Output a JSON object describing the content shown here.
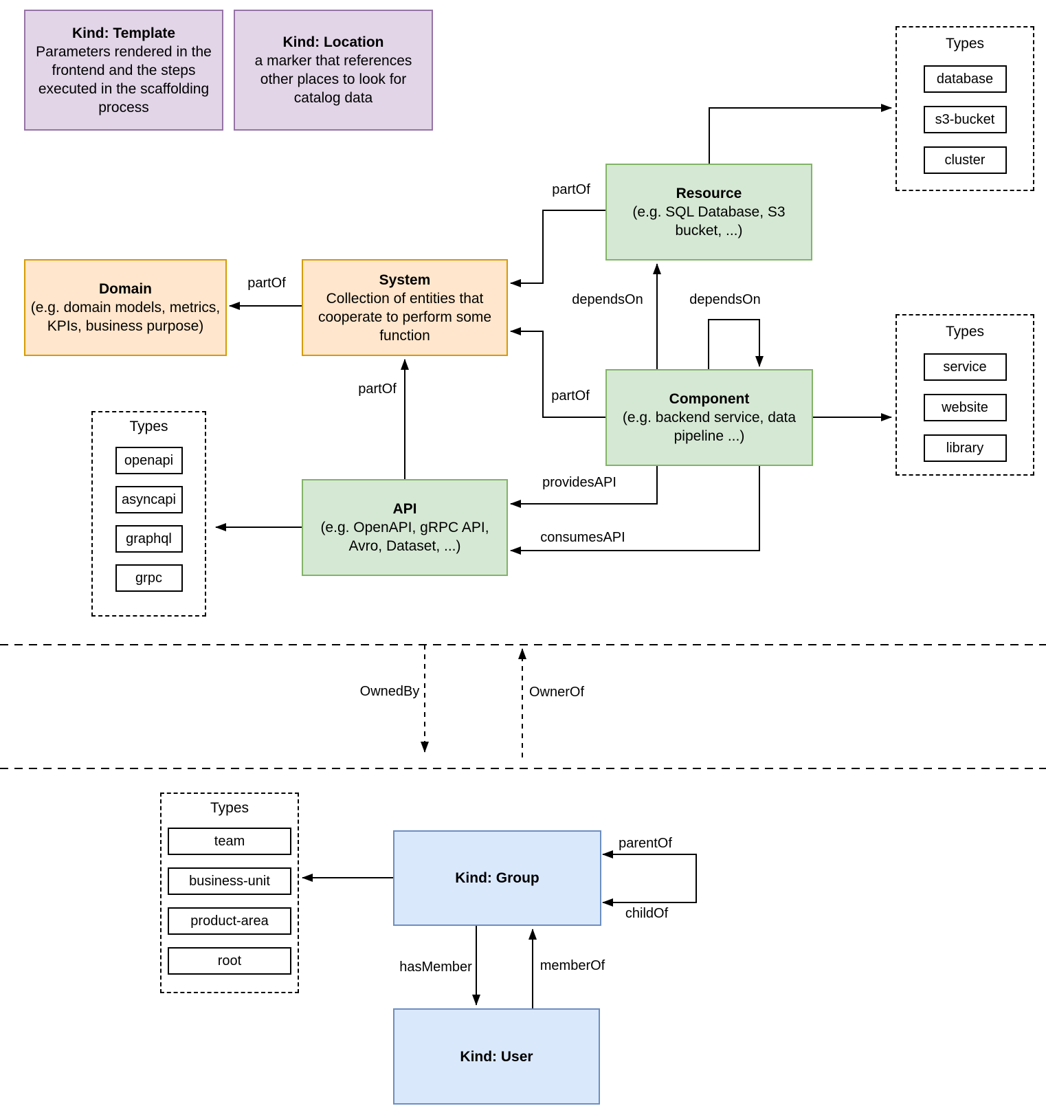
{
  "entities": {
    "template": {
      "title": "Kind: Template",
      "desc": "Parameters rendered in the frontend and the steps executed in  the scaffolding process"
    },
    "location": {
      "title": "Kind: Location",
      "desc": "a marker that references other places to look for catalog data"
    },
    "resource": {
      "title": "Resource",
      "desc": "(e.g. SQL Database, S3 bucket, ...)"
    },
    "domain": {
      "title": "Domain",
      "desc": "(e.g.  domain models, metrics, KPIs, business purpose)"
    },
    "system": {
      "title": "System",
      "desc": "Collection of entities that cooperate to perform some function"
    },
    "component": {
      "title": "Component",
      "desc": "(e.g. backend service, data pipeline ...)"
    },
    "api": {
      "title": "API",
      "desc": "(e.g. OpenAPI, gRPC API, Avro, Dataset, ...)"
    },
    "group": {
      "title": "Kind: Group"
    },
    "user": {
      "title": "Kind: User"
    }
  },
  "type_groups": {
    "resource_types": {
      "title": "Types",
      "items": [
        "database",
        "s3-bucket",
        "cluster"
      ]
    },
    "component_types": {
      "title": "Types",
      "items": [
        "service",
        "website",
        "library"
      ]
    },
    "api_types": {
      "title": "Types",
      "items": [
        "openapi",
        "asyncapi",
        "graphql",
        "grpc"
      ]
    },
    "group_types": {
      "title": "Types",
      "items": [
        "team",
        "business-unit",
        "product-area",
        "root"
      ]
    }
  },
  "edges": {
    "resource_part_of": "partOf",
    "system_part_of": "partOf",
    "component_part_of": "partOf",
    "api_part_of": "partOf",
    "depends_on_resource": "dependsOn",
    "depends_on_component": "dependsOn",
    "provides_api": "providesAPI",
    "consumes_api": "consumesAPI",
    "owned_by": "OwnedBy",
    "owner_of": "OwnerOf",
    "parent_of": "parentOf",
    "child_of": "childOf",
    "has_member": "hasMember",
    "member_of": "memberOf"
  },
  "colors": {
    "background": "#FFFFFF",
    "line": "#000000",
    "purple_fill": "#E1D5E7",
    "purple_stroke": "#9673A6",
    "orange_fill": "#FFE6CC",
    "orange_stroke": "#D79B00",
    "green_fill": "#D5E8D4",
    "green_stroke": "#82B366",
    "blue_fill": "#DAE8FC",
    "blue_stroke": "#6C8EBF"
  }
}
